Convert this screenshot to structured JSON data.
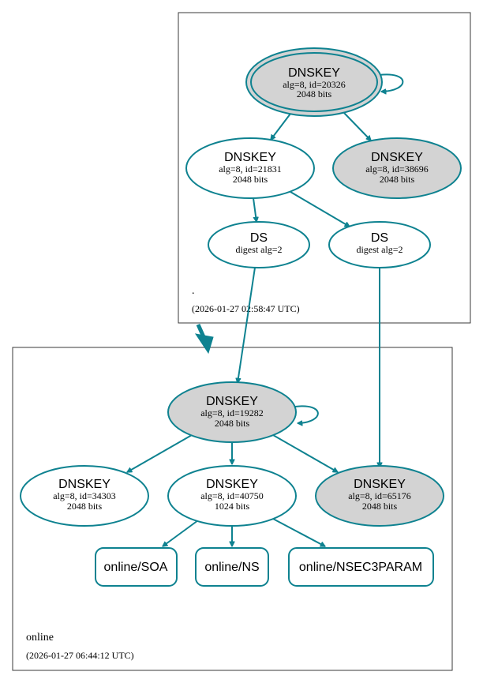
{
  "zones": {
    "root": {
      "name": ".",
      "timestamp": "(2026-01-27 02:58:47 UTC)"
    },
    "online": {
      "name": "online",
      "timestamp": "(2026-01-27 06:44:12 UTC)"
    }
  },
  "nodes": {
    "root_ksk": {
      "title": "DNSKEY",
      "line1": "alg=8, id=20326",
      "line2": "2048 bits"
    },
    "root_zsk1": {
      "title": "DNSKEY",
      "line1": "alg=8, id=21831",
      "line2": "2048 bits"
    },
    "root_key3": {
      "title": "DNSKEY",
      "line1": "alg=8, id=38696",
      "line2": "2048 bits"
    },
    "ds_1": {
      "title": "DS",
      "line1": "digest alg=2"
    },
    "ds_2": {
      "title": "DS",
      "line1": "digest alg=2"
    },
    "online_ksk": {
      "title": "DNSKEY",
      "line1": "alg=8, id=19282",
      "line2": "2048 bits"
    },
    "online_key_34303": {
      "title": "DNSKEY",
      "line1": "alg=8, id=34303",
      "line2": "2048 bits"
    },
    "online_zsk": {
      "title": "DNSKEY",
      "line1": "alg=8, id=40750",
      "line2": "1024 bits"
    },
    "online_key_65176": {
      "title": "DNSKEY",
      "line1": "alg=8, id=65176",
      "line2": "2048 bits"
    },
    "rr_soa": {
      "title": "online/SOA"
    },
    "rr_ns": {
      "title": "online/NS"
    },
    "rr_nsec3param": {
      "title": "online/NSEC3PARAM"
    }
  },
  "colors": {
    "edge": "#0e8290",
    "node_fill": "#d3d3d3",
    "zone_border": "#3a3a3a"
  }
}
